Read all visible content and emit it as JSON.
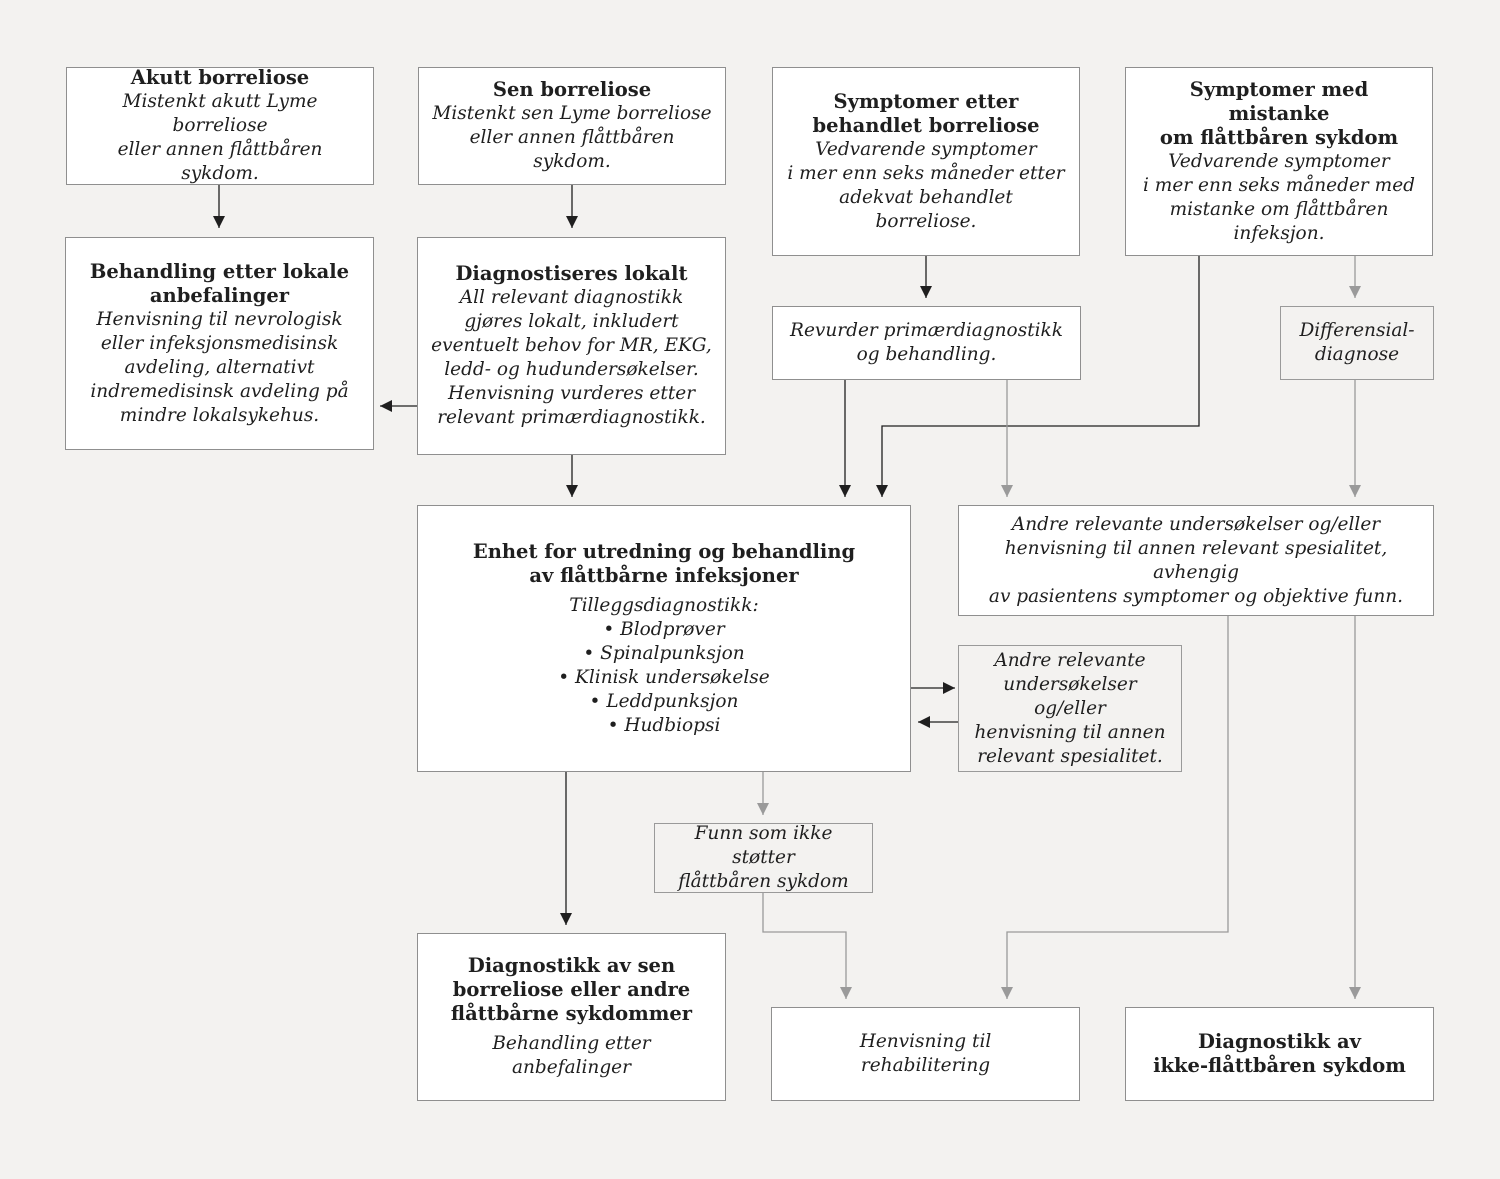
{
  "boxes": {
    "akutt": {
      "title": "Akutt borreliose",
      "body": [
        "Mistenkt akutt Lyme borreliose",
        "eller annen flåttbåren sykdom."
      ]
    },
    "sen": {
      "title": "Sen borreliose",
      "body": [
        "Mistenkt sen Lyme borreliose",
        "eller annen flåttbåren sykdom."
      ]
    },
    "symptomer_etter": {
      "title": [
        "Symptomer etter",
        "behandlet borreliose"
      ],
      "body": [
        "Vedvarende symptomer",
        "i mer enn seks måneder etter",
        "adekvat behandlet",
        "borreliose."
      ]
    },
    "symptomer_mistanke": {
      "title": [
        "Symptomer med mistanke",
        "om flåttbåren sykdom"
      ],
      "body": [
        "Vedvarende symptomer",
        "i mer enn seks måneder med",
        "mistanke om flåttbåren",
        "infeksjon."
      ]
    },
    "behandling_lokale": {
      "title": [
        "Behandling etter lokale",
        "anbefalinger"
      ],
      "body": [
        "Henvisning til nevrologisk",
        "eller infeksjonsmedisinsk",
        "avdeling, alternativt",
        "indremedisinsk avdeling på",
        "mindre lokalsykehus."
      ]
    },
    "diagnostiseres": {
      "title": "Diagnostiseres lokalt",
      "body": [
        "All relevant diagnostikk",
        "gjøres lokalt, inkludert",
        "eventuelt behov for MR, EKG,",
        "ledd- og hudundersøkelser.",
        "Henvisning vurderes etter",
        "relevant primærdiagnostikk."
      ]
    },
    "revurder": {
      "body": [
        "Revurder primærdiagnostikk",
        "og behandling."
      ]
    },
    "differensial": {
      "body": [
        "Differensial-",
        "diagnose"
      ]
    },
    "enhet": {
      "title": [
        "Enhet for utredning og behandling",
        "av flåttbårne infeksjoner"
      ],
      "intro": "Tilleggsdiagnostikk:",
      "items": [
        "Blodprøver",
        "Spinalpunksjon",
        "Klinisk undersøkelse",
        "Leddpunksjon",
        "Hudbiopsi"
      ]
    },
    "andre_wide": {
      "body": [
        "Andre relevante undersøkelser og/eller",
        "henvisning til annen relevant spesialitet, avhengig",
        "av pasientens symptomer og objektive funn."
      ]
    },
    "andre_small": {
      "body": [
        "Andre relevante",
        "undersøkelser og/eller",
        "henvisning til annen",
        "relevant spesialitet."
      ]
    },
    "funn": {
      "body": [
        "Funn som ikke støtter",
        "flåttbåren sykdom"
      ]
    },
    "diag_sen": {
      "title": [
        "Diagnostikk av sen",
        "borreliose eller andre",
        "flåttbårne sykdommer"
      ],
      "body": [
        "Behandling etter",
        "anbefalinger"
      ]
    },
    "henvisning": {
      "body": [
        "Henvisning til",
        "rehabilitering"
      ]
    },
    "diag_ikke": {
      "title": [
        "Diagnostikk av",
        "ikke-flåttbåren sykdom"
      ]
    }
  },
  "colors": {
    "dark_arrow": "#1f1f1f",
    "grey_arrow": "#9a9a9a",
    "background": "#f3f2f0"
  }
}
